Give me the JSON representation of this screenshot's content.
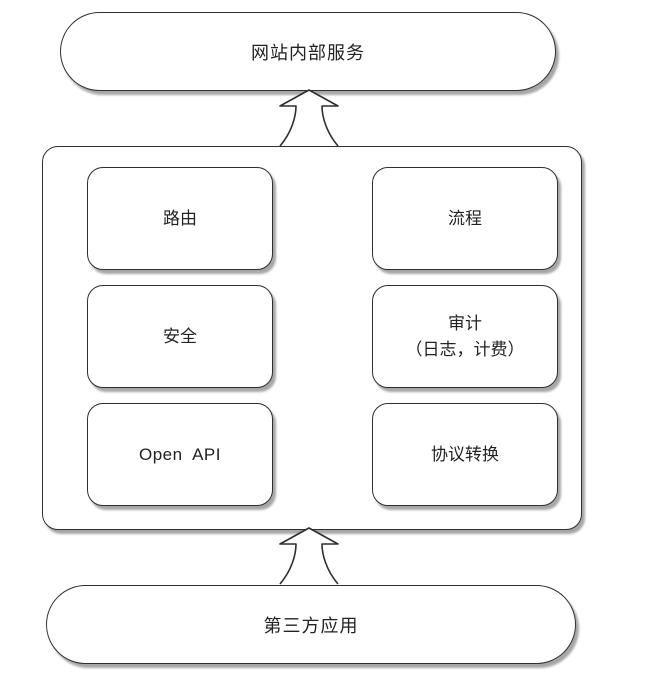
{
  "top_service": {
    "label": "网站内部服务"
  },
  "modules": {
    "route": "路由",
    "flow": "流程",
    "security": "安全",
    "audit_line1": "审计",
    "audit_line2": "（日志，计费）",
    "open_api": "Open  API",
    "protocol": "协议转换"
  },
  "bottom_client": {
    "label": "第三方应用"
  },
  "arrows": [
    {
      "name": "arrow-up-to-internal-service",
      "direction": "up"
    },
    {
      "name": "arrow-up-from-third-party",
      "direction": "up"
    }
  ]
}
